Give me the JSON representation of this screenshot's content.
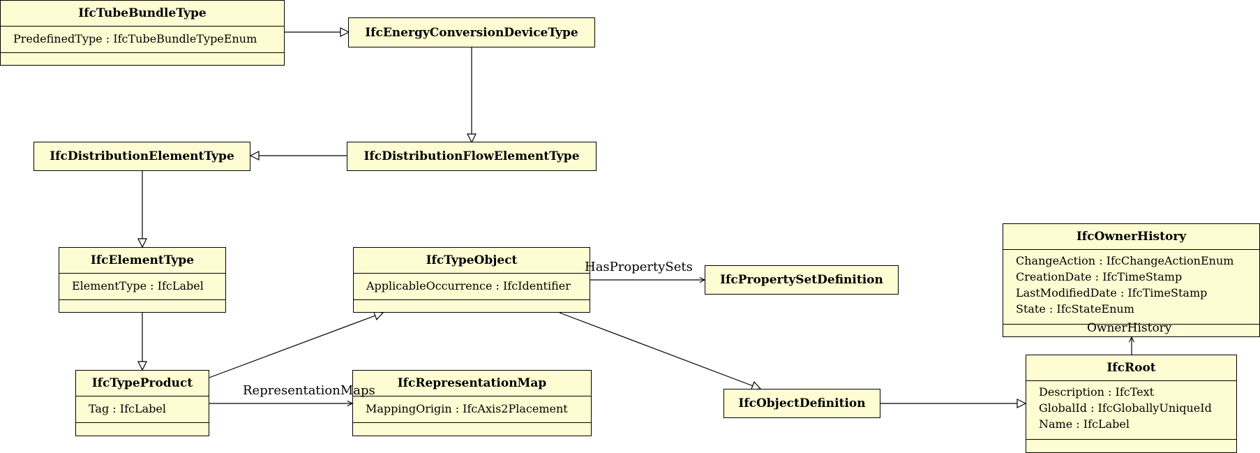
{
  "classes": {
    "tube_bundle": {
      "name": "IfcTubeBundleType",
      "attributes": [
        "PredefinedType : IfcTubeBundleTypeEnum"
      ]
    },
    "energy_conversion": {
      "name": "IfcEnergyConversionDeviceType"
    },
    "distribution_element": {
      "name": "IfcDistributionElementType"
    },
    "distribution_flow": {
      "name": "IfcDistributionFlowElementType"
    },
    "element_type": {
      "name": "IfcElementType",
      "attributes": [
        "ElementType : IfcLabel"
      ]
    },
    "type_object": {
      "name": "IfcTypeObject",
      "attributes": [
        "ApplicableOccurrence : IfcIdentifier"
      ]
    },
    "property_set_def": {
      "name": "IfcPropertySetDefinition"
    },
    "owner_history": {
      "name": "IfcOwnerHistory",
      "attributes": [
        "ChangeAction : IfcChangeActionEnum",
        "CreationDate : IfcTimeStamp",
        "LastModifiedDate : IfcTimeStamp",
        "State : IfcStateEnum"
      ]
    },
    "type_product": {
      "name": "IfcTypeProduct",
      "attributes": [
        "Tag : IfcLabel"
      ]
    },
    "representation_map": {
      "name": "IfcRepresentationMap",
      "attributes": [
        "MappingOrigin : IfcAxis2Placement"
      ]
    },
    "object_definition": {
      "name": "IfcObjectDefinition"
    },
    "root": {
      "name": "IfcRoot",
      "attributes": [
        "Description : IfcText",
        "GlobalId : IfcGloballyUniqueId",
        "Name : IfcLabel"
      ]
    }
  },
  "associations": {
    "has_property_sets": "HasPropertySets",
    "representation_maps": "RepresentationMaps",
    "owner_history": "OwnerHistory"
  }
}
